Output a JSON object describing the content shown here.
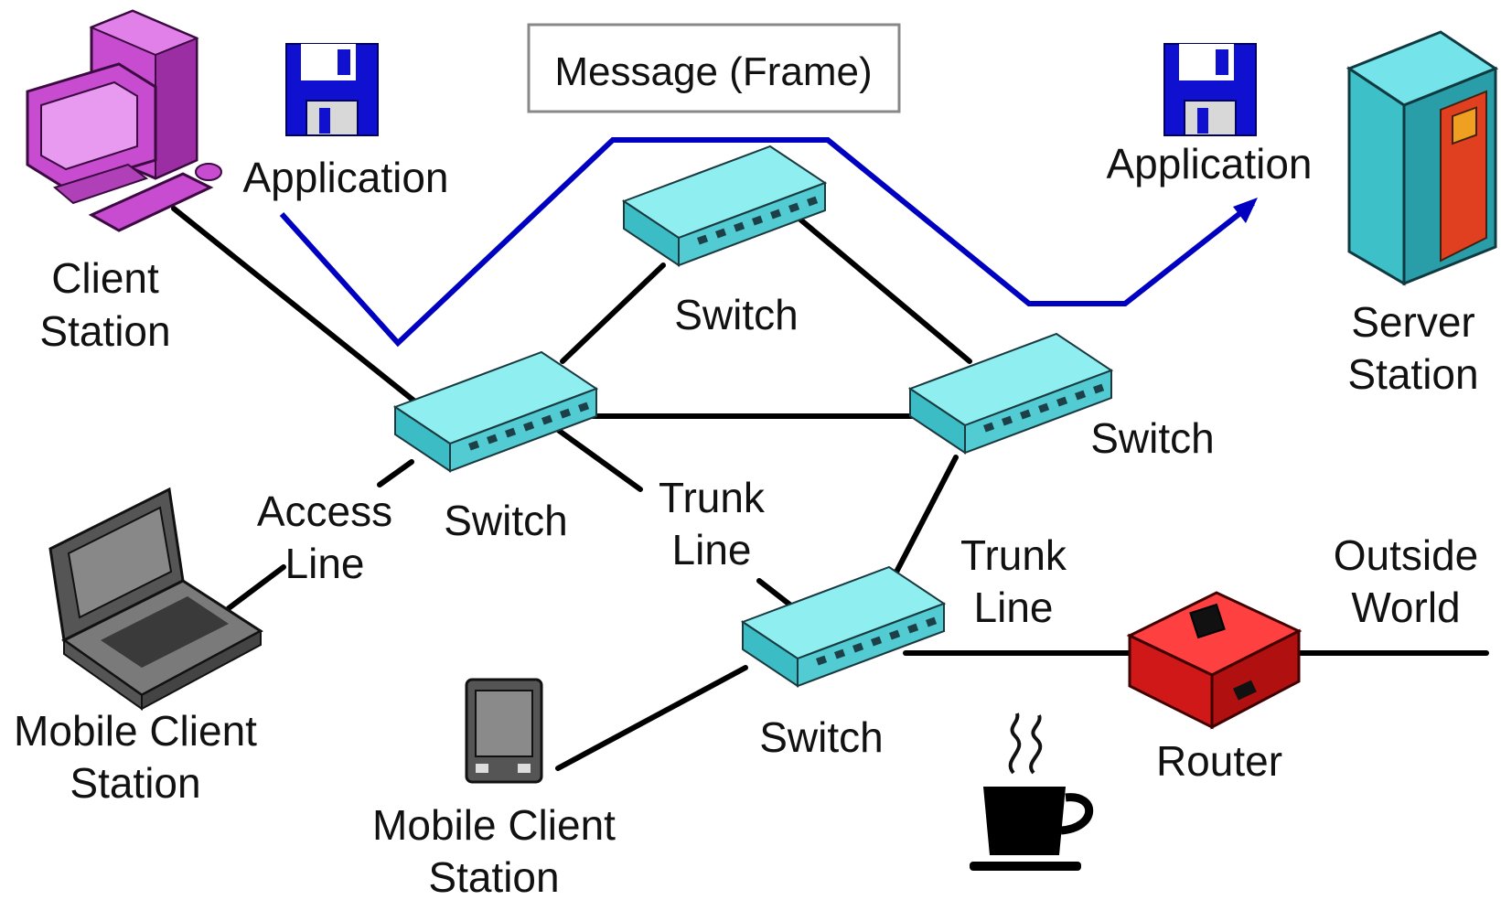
{
  "message_box": {
    "label": "Message (Frame)"
  },
  "message_path": {
    "color": "#0000c0"
  },
  "nodes": {
    "client_station": {
      "label_line1": "Client",
      "label_line2": "Station",
      "icon": "desktop-computer-icon",
      "color": "#c040c0"
    },
    "client_application": {
      "label": "Application",
      "icon": "floppy-disk-icon"
    },
    "server_application": {
      "label": "Application",
      "icon": "floppy-disk-icon"
    },
    "server_station": {
      "label_line1": "Server",
      "label_line2": "Station",
      "icon": "server-tower-icon",
      "color": "#30b8c0"
    },
    "switch_top": {
      "label": "Switch",
      "icon": "switch-icon"
    },
    "switch_left": {
      "label": "Switch",
      "icon": "switch-icon"
    },
    "switch_right": {
      "label": "Switch",
      "icon": "switch-icon"
    },
    "switch_bottom": {
      "label": "Switch",
      "icon": "switch-icon"
    },
    "mobile_laptop": {
      "label_line1": "Mobile Client",
      "label_line2": "Station",
      "icon": "laptop-icon"
    },
    "mobile_pda": {
      "label_line1": "Mobile Client",
      "label_line2": "Station",
      "icon": "pda-icon"
    },
    "router": {
      "label": "Router",
      "icon": "router-icon",
      "color": "#e02020"
    },
    "outside_world": {
      "label_line1": "Outside",
      "label_line2": "World"
    },
    "coffee": {
      "icon": "coffee-cup-icon"
    }
  },
  "links": {
    "access_line": {
      "label_line1": "Access",
      "label_line2": "Line"
    },
    "trunk_line_left": {
      "label_line1": "Trunk",
      "label_line2": "Line"
    },
    "trunk_line_right": {
      "label_line1": "Trunk",
      "label_line2": "Line"
    }
  },
  "colors": {
    "switch_face": "#7fe8ec",
    "switch_side": "#3fbcc4",
    "link": "#000000"
  }
}
